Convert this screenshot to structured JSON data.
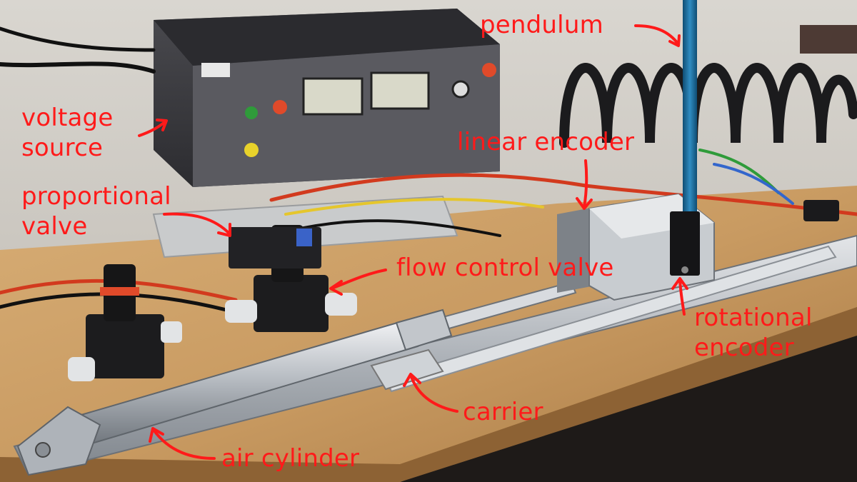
{
  "annotations": {
    "pendulum": "pendulum",
    "voltage_source_line1": "voltage",
    "voltage_source_line2": "source",
    "proportional_valve_line1": "proportional",
    "proportional_valve_line2": "valve",
    "linear_encoder": "linear encoder",
    "flow_control_valve": "flow control valve",
    "rotational_encoder_line1": "rotational",
    "rotational_encoder_line2": "encoder",
    "carrier": "carrier",
    "air_cylinder": "air cylinder"
  },
  "colors": {
    "annotation": "#ff1a1a",
    "bench_wood": "#c99b62",
    "metal": "#b8bcc2",
    "pendulum_rod": "#1f6f9e",
    "power_supply": "#3a3a3e"
  }
}
